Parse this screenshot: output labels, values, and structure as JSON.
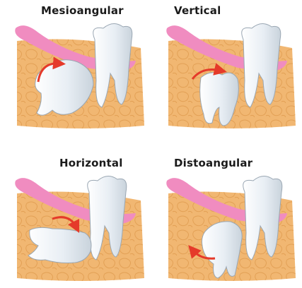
{
  "panels": [
    {
      "label": "Mesioangular"
    },
    {
      "label": "Vertical"
    },
    {
      "label": "Horizontal"
    },
    {
      "label": "Distoangular"
    }
  ],
  "colors": {
    "bone": "#f1b772",
    "bone_pattern": "#e2a055",
    "gum": "#f08cc0",
    "tooth": "#e9eef3",
    "tooth_outline": "#9aa7b3",
    "arrow": "#e53a2a"
  }
}
